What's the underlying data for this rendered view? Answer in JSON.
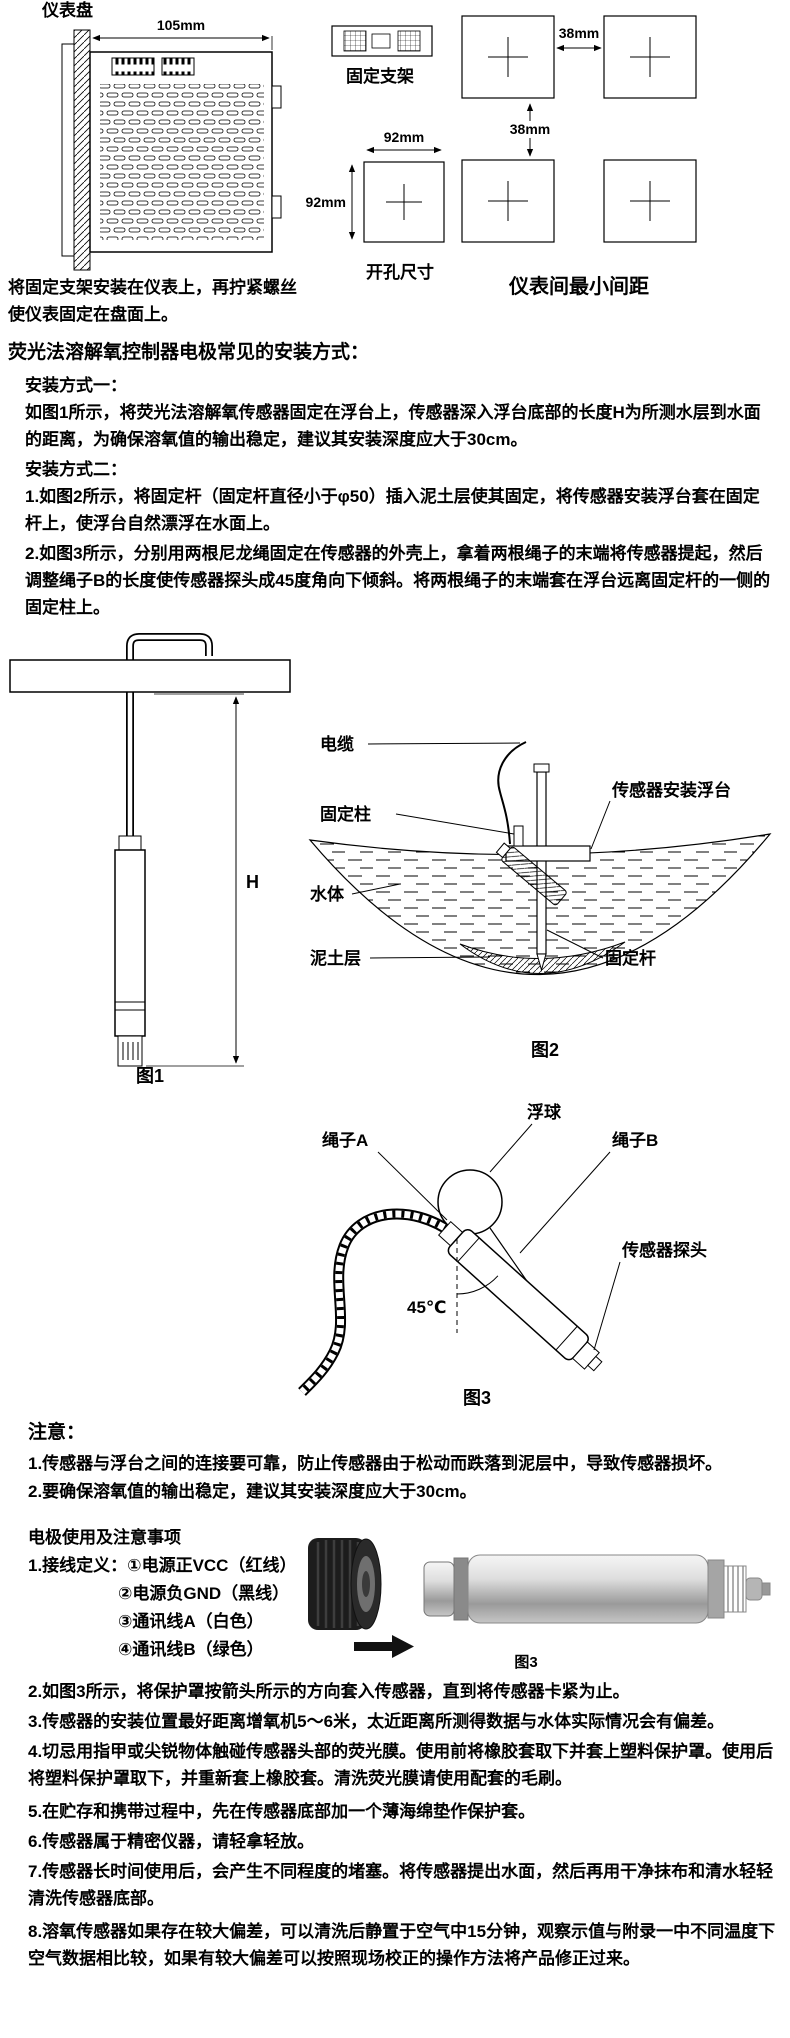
{
  "top": {
    "panel_label": "仪表盘",
    "dim_105": "105mm",
    "bracket_label": "固定支架",
    "dim_92_top": "92mm",
    "dim_92_left": "92mm",
    "dim_38_top": "38mm",
    "dim_38_mid": "38mm",
    "hole_size_label": "开孔尺寸",
    "min_spacing_label": "仪表间最小间距",
    "mount_note": "将固定支架安装在仪表上，再拧紧螺丝使仪表固定在盘面上。"
  },
  "install": {
    "title": "荧光法溶解氧控制器电极常见的安装方式：",
    "method1_title": "安装方式一：",
    "method1_text": "如图1所示，将荧光法溶解氧传感器固定在浮台上，传感器深入浮台底部的长度H为所测水层到水面的距离，为确保溶氧值的输出稳定，建议其安装深度应大于30cm。",
    "method2_title": "安装方式二：",
    "method2_item1": "1.如图2所示，将固定杆（固定杆直径小于φ50）插入泥土层使其固定，将传感器安装浮台套在固定杆上，使浮台自然漂浮在水面上。",
    "method2_item2": "2.如图3所示，分别用两根尼龙绳固定在传感器的外壳上，拿着两根绳子的末端将传感器提起，然后调整绳子B的长度使传感器探头成45度角向下倾斜。将两根绳子的末端套在浮台远离固定杆的一侧的固定柱上。"
  },
  "fig1": {
    "h": "H",
    "caption": "图1"
  },
  "fig2": {
    "cable": "电缆",
    "post": "固定柱",
    "platform": "传感器安装浮台",
    "water": "水体",
    "mud": "泥土层",
    "rod": "固定杆",
    "caption": "图2"
  },
  "fig3": {
    "ball": "浮球",
    "rope_a": "绳子A",
    "rope_b": "绳子B",
    "probe": "传感器探头",
    "angle": "45℃",
    "caption": "图3"
  },
  "notice": {
    "title": "注意：",
    "items": [
      "1.传感器与浮台之间的连接要可靠，防止传感器由于松动而跌落到泥层中，导致传感器损坏。",
      "2.要确保溶氧值的输出稳定，建议其安装深度应大于30cm。"
    ]
  },
  "usage": {
    "title": "电极使用及注意事项",
    "wiring": [
      "1.接线定义：①电源正VCC（红线）",
      "②电源负GND（黑线）",
      "③通讯线A（白色）",
      "④通讯线B（绿色）"
    ],
    "fig_caption": "图3",
    "items": [
      "2.如图3所示，将保护罩按箭头所示的方向套入传感器，直到将传感器卡紧为止。",
      "3.传感器的安装位置最好距离增氧机5～6米，太近距离所测得数据与水体实际情况会有偏差。",
      "4.切忌用指甲或尖锐物体触碰传感器头部的荧光膜。使用前将橡胶套取下并套上塑料保护罩。使用后将塑料保护罩取下，并重新套上橡胶套。清洗荧光膜请使用配套的毛刷。",
      "5.在贮存和携带过程中，先在传感器底部加一个薄海绵垫作保护套。",
      "6.传感器属于精密仪器，请轻拿轻放。",
      "7.传感器长时间使用后，会产生不同程度的堵塞。将传感器提出水面，然后再用干净抹布和清水轻轻清洗传感器底部。",
      "8.溶氧传感器如果存在较大偏差，可以清洗后静置于空气中15分钟，观察示值与附录一中不同温度下空气数据相比较，如果有较大偏差可以按照现场校正的操作方法将产品修正过来。"
    ]
  }
}
